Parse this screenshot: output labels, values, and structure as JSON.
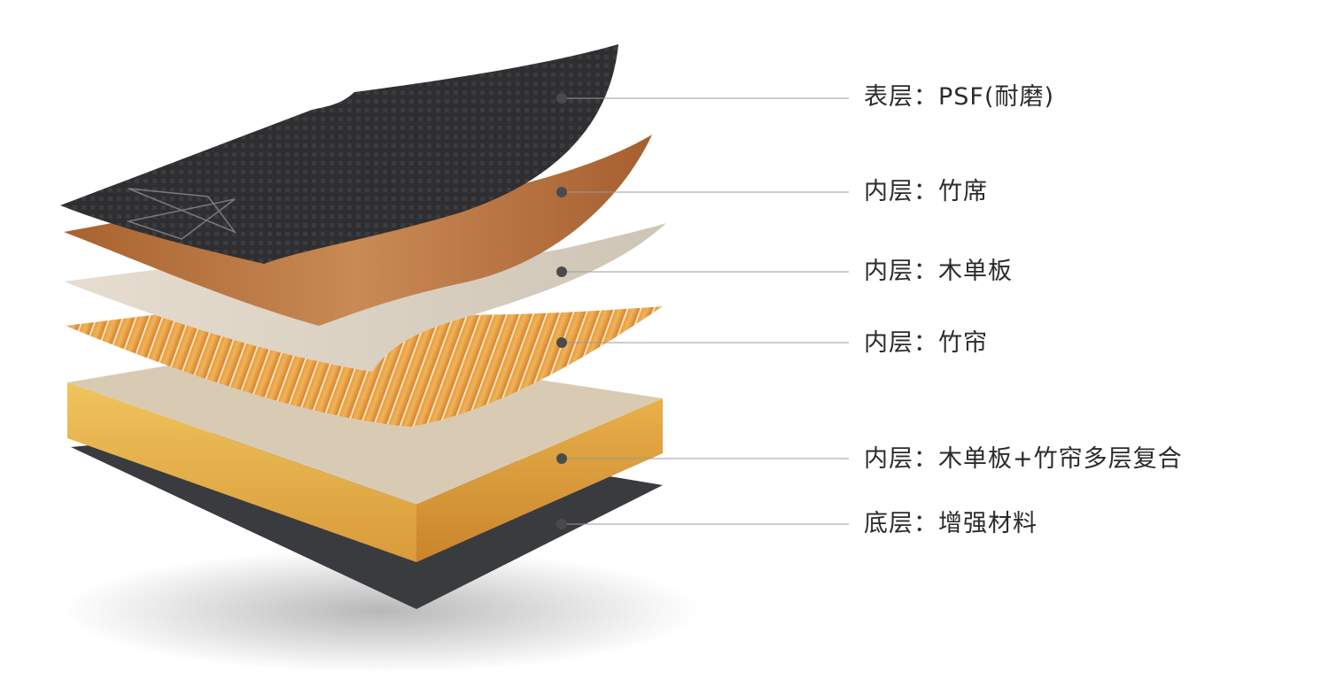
{
  "layers": [
    {
      "id": "surface",
      "label": "表层：PSF(耐磨)"
    },
    {
      "id": "bamboo-mat",
      "label": "内层：竹席"
    },
    {
      "id": "veneer",
      "label": "内层：木单板"
    },
    {
      "id": "bamboo-curtain",
      "label": "内层：竹帘"
    },
    {
      "id": "composite",
      "label": "内层：木单板+竹帘多层复合"
    },
    {
      "id": "base",
      "label": "底层：增强材料"
    }
  ],
  "colors": {
    "surface": "#2f2f31",
    "bamboo_mat": "#b8713f",
    "veneer": "#ddd3c3",
    "bamboo_curtain": "#e5922f",
    "composite_top": "#d9cbb3",
    "composite_side": "#e6b24a",
    "base": "#3a3b3e",
    "leader": "#9a9a9a",
    "dot": "#4a4a4a"
  }
}
